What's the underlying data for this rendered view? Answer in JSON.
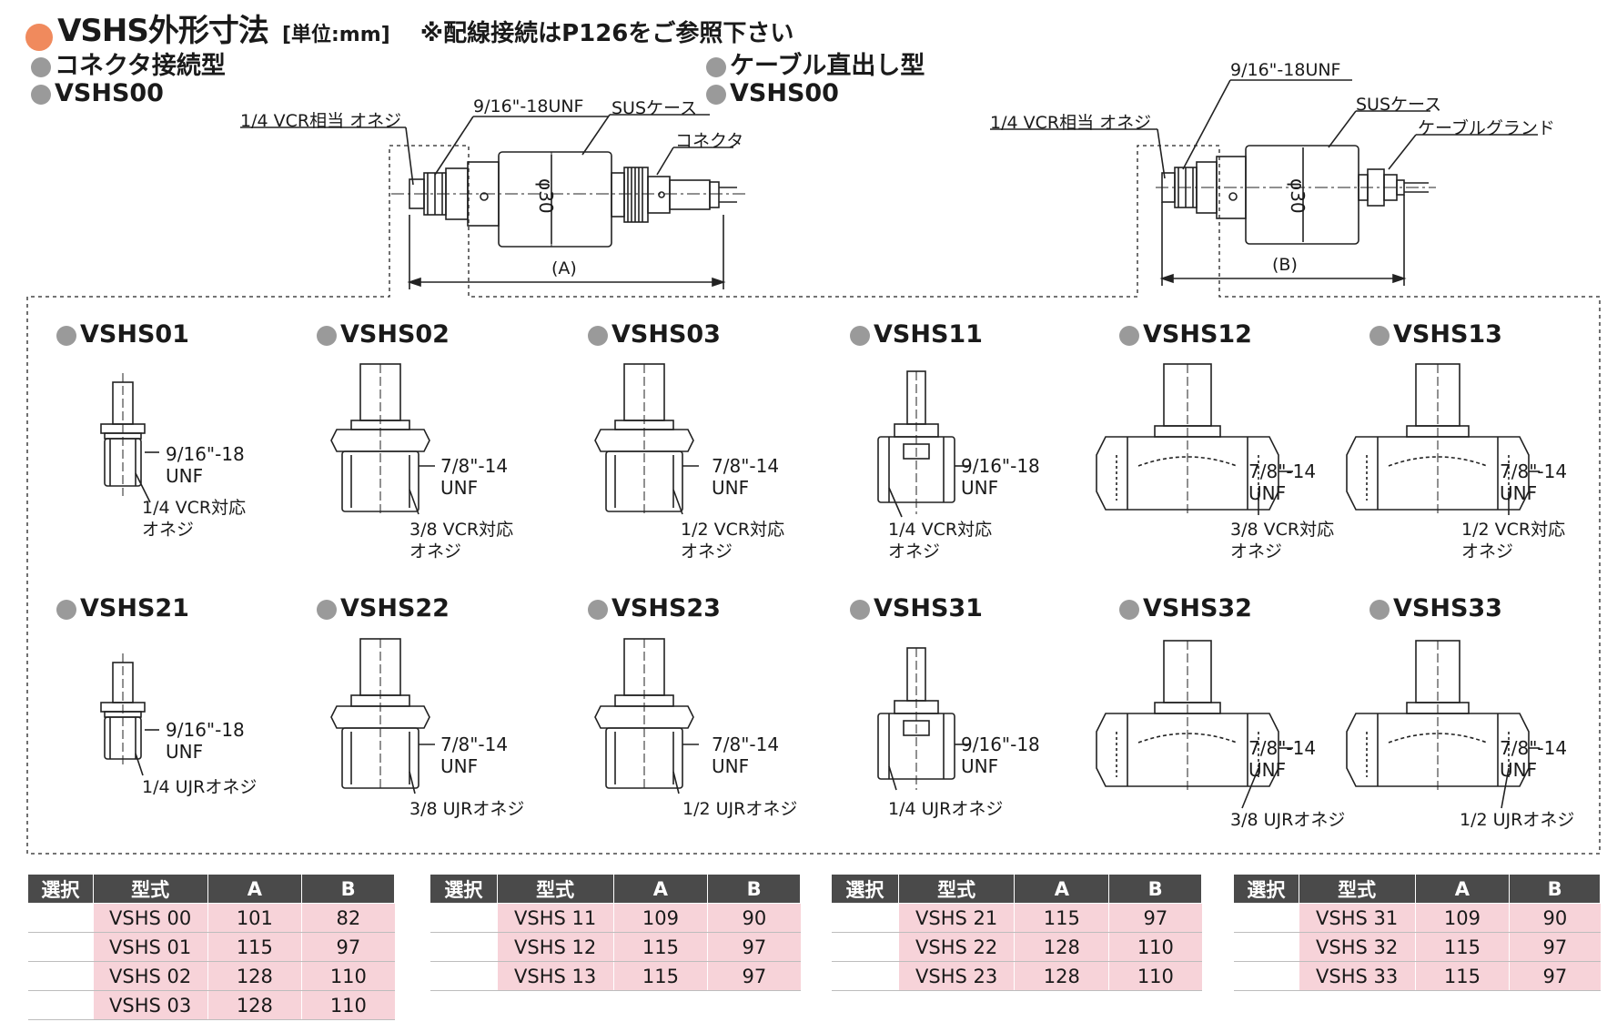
{
  "header": {
    "title": "VSHS外形寸法",
    "unit": "[単位:mm]",
    "note": "※配線接続はP126をご参照下さい"
  },
  "left_top": {
    "title1": "コネクタ接続型",
    "title2": "VSHS00",
    "lbl_vcr": "1/4 VCR相当 オネジ",
    "lbl_unf": "9/16\"-18UNF",
    "lbl_sus": "SUSケース",
    "lbl_conn": "コネクタ",
    "lbl_dia": "φ30",
    "lbl_dim": "(A)"
  },
  "right_top": {
    "title1": "ケーブル直出し型",
    "title2": "VSHS00",
    "lbl_unf": "9/16\"-18UNF",
    "lbl_sus": "SUSケース",
    "lbl_vcr": "1/4 VCR相当 オネジ",
    "lbl_gland": "ケーブルグランド",
    "lbl_dia": "φ30",
    "lbl_dim": "(B)"
  },
  "models_row1": [
    {
      "name": "VSHS01",
      "thread1": "9/16\"-18",
      "thread2": "UNF",
      "desc1": "1/4 VCR対応",
      "desc2": "オネジ"
    },
    {
      "name": "VSHS02",
      "thread1": "7/8\"-14",
      "thread2": "UNF",
      "desc1": "3/8 VCR対応",
      "desc2": "オネジ"
    },
    {
      "name": "VSHS03",
      "thread1": "7/8\"-14",
      "thread2": "UNF",
      "desc1": "1/2 VCR対応",
      "desc2": "オネジ"
    },
    {
      "name": "VSHS11",
      "thread1": "9/16\"-18",
      "thread2": "UNF",
      "desc1": "1/4 VCR対応",
      "desc2": "オネジ"
    },
    {
      "name": "VSHS12",
      "thread1": "7/8\"-14",
      "thread2": "UNF",
      "desc1": "3/8 VCR対応",
      "desc2": "オネジ"
    },
    {
      "name": "VSHS13",
      "thread1": "7/8\"-14",
      "thread2": "UNF",
      "desc1": "1/2 VCR対応",
      "desc2": "オネジ"
    }
  ],
  "models_row2": [
    {
      "name": "VSHS21",
      "thread1": "9/16\"-18",
      "thread2": "UNF",
      "desc1": "1/4 UJRオネジ"
    },
    {
      "name": "VSHS22",
      "thread1": "7/8\"-14",
      "thread2": "UNF",
      "desc1": "3/8 UJRオネジ"
    },
    {
      "name": "VSHS23",
      "thread1": "7/8\"-14",
      "thread2": "UNF",
      "desc1": "1/2 UJRオネジ"
    },
    {
      "name": "VSHS31",
      "thread1": "9/16\"-18",
      "thread2": "UNF",
      "desc1": "1/4 UJRオネジ"
    },
    {
      "name": "VSHS32",
      "thread1": "7/8\"-14",
      "thread2": "UNF",
      "desc1": "3/8 UJRオネジ"
    },
    {
      "name": "VSHS33",
      "thread1": "7/8\"-14",
      "thread2": "UNF",
      "desc1": "1/2 UJRオネジ"
    }
  ],
  "tables": {
    "headers": [
      "選択",
      "型式",
      "A",
      "B"
    ],
    "t1": [
      [
        "",
        "VSHS 00",
        "101",
        "82"
      ],
      [
        "",
        "VSHS 01",
        "115",
        "97"
      ],
      [
        "",
        "VSHS 02",
        "128",
        "110"
      ],
      [
        "",
        "VSHS 03",
        "128",
        "110"
      ]
    ],
    "t2": [
      [
        "",
        "VSHS 11",
        "109",
        "90"
      ],
      [
        "",
        "VSHS 12",
        "115",
        "97"
      ],
      [
        "",
        "VSHS 13",
        "115",
        "97"
      ]
    ],
    "t3": [
      [
        "",
        "VSHS 21",
        "115",
        "97"
      ],
      [
        "",
        "VSHS 22",
        "128",
        "110"
      ],
      [
        "",
        "VSHS 23",
        "128",
        "110"
      ]
    ],
    "t4": [
      [
        "",
        "VSHS 31",
        "109",
        "90"
      ],
      [
        "",
        "VSHS 32",
        "115",
        "97"
      ],
      [
        "",
        "VSHS 33",
        "115",
        "97"
      ]
    ]
  },
  "colors": {
    "accent": "#f08a5d",
    "bullet": "#9a9a9a",
    "table_header": "#4a4a4a",
    "table_cell": "#f7d3d9"
  }
}
